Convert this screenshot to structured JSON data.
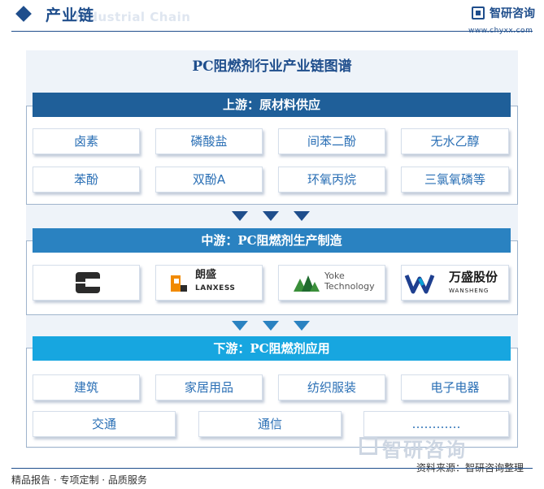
{
  "header": {
    "title": "产业链",
    "ghost_text": "Industrial Chain",
    "logo_name": "智研咨询",
    "logo_url": "www.chyxx.com"
  },
  "main_title": "PC阻燃剂行业产业链图谱",
  "upstream": {
    "title": "上游：原材料供应",
    "items": [
      "卤素",
      "磷酸盐",
      "间苯二酚",
      "无水乙醇",
      "苯酚",
      "双酚A",
      "环氧丙烷",
      "三氯氧磷等"
    ]
  },
  "midstream": {
    "title": "中游：PC阻燃剂生产制造",
    "companies": [
      {
        "icon": "black-c-logo-icon"
      },
      {
        "icon": "langsheng-logo-icon",
        "text_cn": "朗盛",
        "text_en": "LANXESS"
      },
      {
        "icon": "yoke-logo-icon",
        "text_line1": "Yoke",
        "text_line2": "Technology"
      },
      {
        "icon": "wansheng-logo-icon",
        "text_cn": "万盛股份",
        "text_en": "WANSHENG"
      }
    ]
  },
  "downstream": {
    "title": "下游：PC阻燃剂应用",
    "items_row1": [
      "建筑",
      "家居用品",
      "纺织服装",
      "电子电器"
    ],
    "items_row2": [
      "交通",
      "通信",
      "…………"
    ]
  },
  "footer": {
    "left": "精品报告 · 专项定制 · 品质服务",
    "right": "资料来源：智研咨询整理",
    "watermark": "智研咨询"
  },
  "colors": {
    "brand": "#1f4e8c",
    "upstream_head": "#1f5f99",
    "midstream_head": "#2a82c1",
    "downstream_head": "#17a6e0",
    "card_text": "#2a6fb5"
  }
}
